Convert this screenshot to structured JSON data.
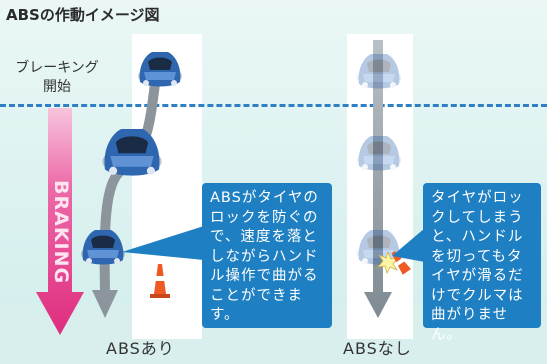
{
  "title": "ABSの作動イメージ図",
  "braking_start_label": "ブレーキング\n開始",
  "braking_arrow_label": "BRAKING",
  "callouts": {
    "with_abs": "ABSがタイヤのロックを防ぐので、速度を落としながらハンドル操作で曲がることができます。",
    "without_abs": "タイヤがロックしてしまうと、ハンドルを切ってもタイヤが滑るだけでクルマは曲がりません。"
  },
  "lane_labels": {
    "with_abs": "ABSあり",
    "without_abs": "ABSなし"
  },
  "colors": {
    "accent_blue": "#1e7fc2",
    "braking_pink": "#e63585",
    "path_gray": "#8c959c",
    "car_blue": "#2f66b0",
    "background_teal": "#d8efee",
    "cone_orange": "#ef5a24"
  },
  "icons": {
    "car": "blue-hatchback",
    "faded_car": "faded-hatchback",
    "cone": "traffic-cone",
    "skid": "skid-burst"
  }
}
